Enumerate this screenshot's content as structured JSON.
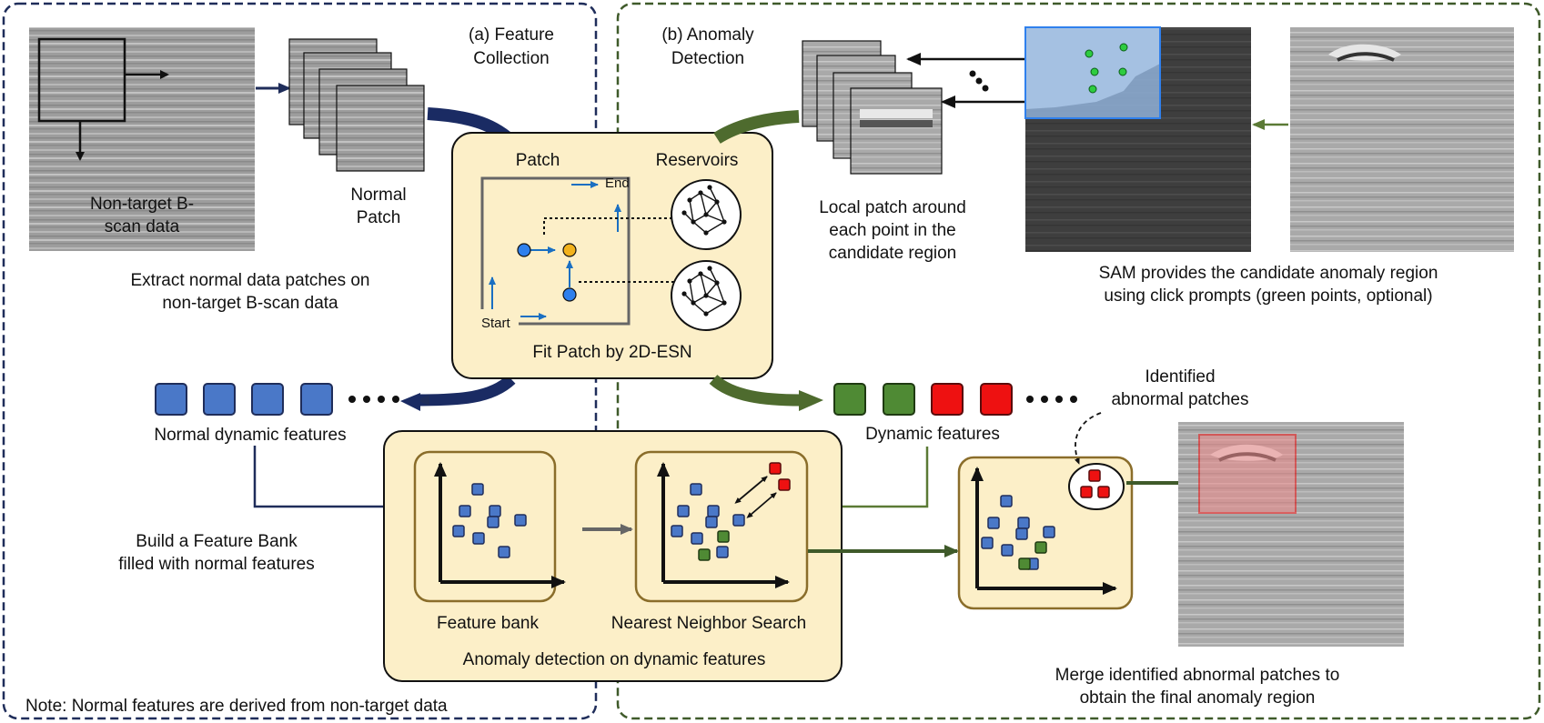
{
  "panel_a": {
    "title_line1": "(a) Feature",
    "title_line2": "Collection",
    "bscan_label_line1": "Non-target B-",
    "bscan_label_line2": "scan data",
    "normal_patch_line1": "Normal",
    "normal_patch_line2": "Patch",
    "extract_line1": "Extract normal data patches on",
    "extract_line2": "non-target B-scan data",
    "normal_features_label": "Normal dynamic features",
    "build_line1": "Build a Feature Bank",
    "build_line2": "filled with normal features",
    "note": "Note: Normal features are derived  from non-target data"
  },
  "panel_b": {
    "title_line1": "(b) Anomaly",
    "title_line2": "Detection",
    "local_line1": "Local patch around",
    "local_line2": "each point in the",
    "local_line3": "candidate region",
    "sam_line1": "SAM provides the candidate anomaly region",
    "sam_line2": "using click prompts (green points, optional)",
    "identified_line1": "Identified",
    "identified_line2": "abnormal patches",
    "dynamic_features_label": "Dynamic features",
    "merge_line1": "Merge identified abnormal patches to",
    "merge_line2": "obtain the final anomaly region"
  },
  "esn": {
    "patch_label": "Patch",
    "reservoirs_label": "Reservoirs",
    "end_label": "End",
    "start_label": "Start",
    "caption": "Fit Patch by 2D-ESN"
  },
  "detection": {
    "feature_bank_label": "Feature bank",
    "nn_search_label": "Nearest Neighbor Search",
    "caption": "Anomaly detection on dynamic features"
  },
  "colors": {
    "panel_a_border": "#1f2d5a",
    "panel_b_border": "#3f5a2a",
    "box_fill": "#fcefc8",
    "box_border": "#8a6d2a",
    "normal_feature": "#4472c4",
    "normal_feature_fill": "#4a78c8",
    "green_feature": "#4f8a34",
    "abnormal_feature": "#ee1111",
    "arrow_navy": "#1f2d5a",
    "arrow_green": "#4e6b2e",
    "arrow_gray": "#666666"
  }
}
